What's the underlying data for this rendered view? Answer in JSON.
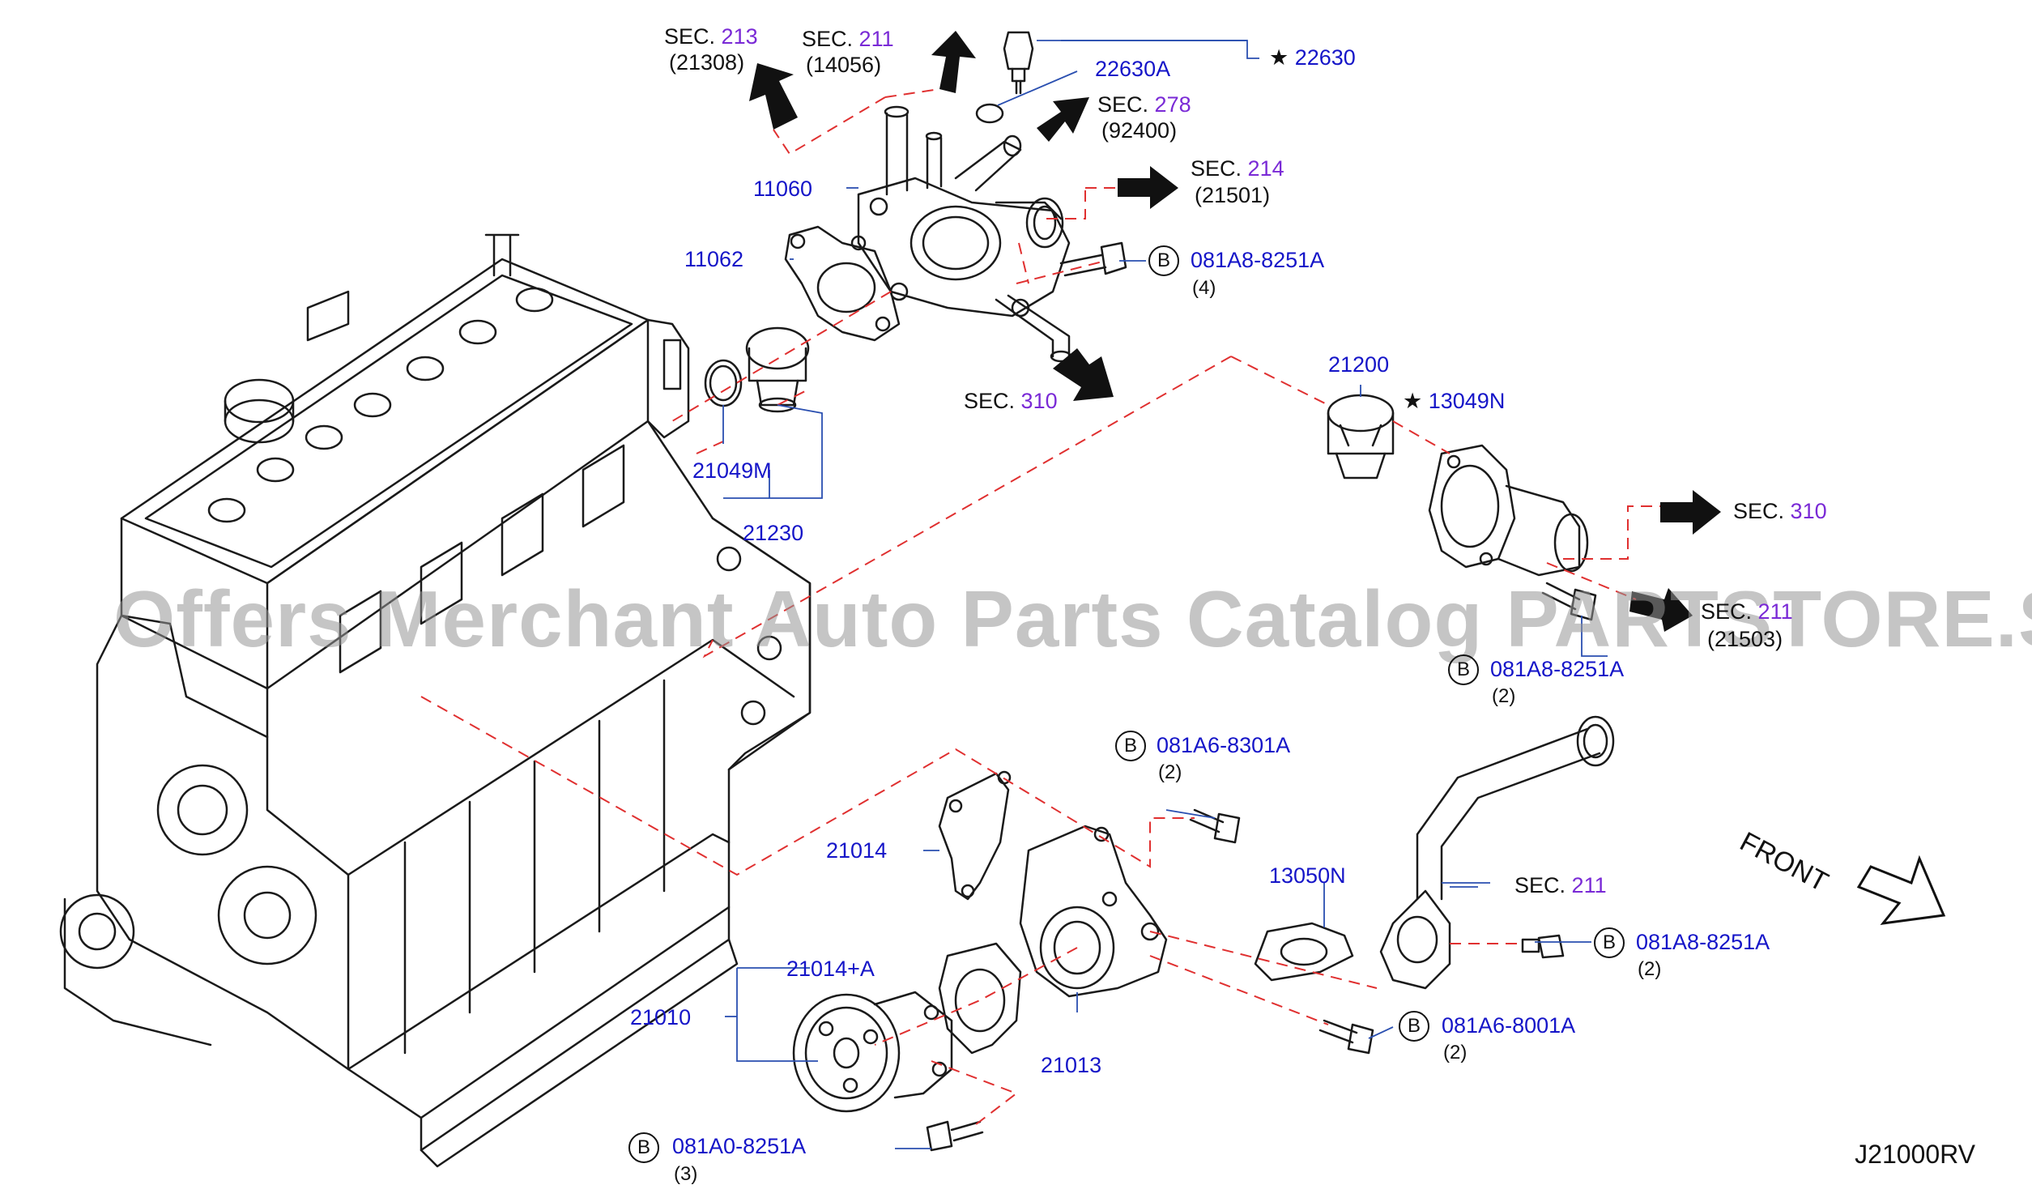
{
  "diagram_id": "J21000RV",
  "watermark": "Offers Merchant Auto Parts Catalog PARTSTORE.SA",
  "front_label": "FRONT",
  "sec_prefix": "SEC.",
  "bolt_marker": "B",
  "star_marker": "★",
  "colors": {
    "part_number": "#1515c8",
    "section_number": "#7a2ad6",
    "leader_red": "#e03030",
    "line_art": "#1a1a1a",
    "leader_blue": "#2a4fb0"
  },
  "section_refs": [
    {
      "num": "213",
      "sub": "(21308)"
    },
    {
      "num": "211",
      "sub": "(14056)"
    },
    {
      "num": "278",
      "sub": "(92400)"
    },
    {
      "num": "214",
      "sub": "(21501)"
    },
    {
      "num": "310",
      "sub": ""
    },
    {
      "num": "310",
      "sub": ""
    },
    {
      "num": "211",
      "sub": "(21503)"
    },
    {
      "num": "211",
      "sub": ""
    }
  ],
  "part_labels": [
    "22630",
    "22630A",
    "11060",
    "11062",
    "21049M",
    "21230",
    "21200",
    "13049N",
    "21014",
    "21014+A",
    "21010",
    "21013",
    "13050N"
  ],
  "bolts": [
    {
      "pn": "081A8-8251A",
      "qty": "(4)"
    },
    {
      "pn": "081A8-8251A",
      "qty": "(2)"
    },
    {
      "pn": "081A6-8301A",
      "qty": "(2)"
    },
    {
      "pn": "081A8-8251A",
      "qty": "(2)"
    },
    {
      "pn": "081A6-8001A",
      "qty": "(2)"
    },
    {
      "pn": "081A0-8251A",
      "qty": "(3)"
    }
  ]
}
